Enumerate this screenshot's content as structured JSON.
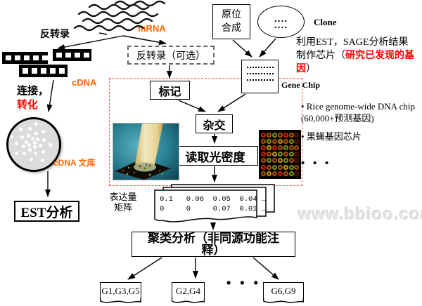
{
  "left_flow": {
    "reverse_transcription_label": "反转录",
    "mrna_label": "mRNA",
    "cdna_label": "cDNA",
    "ligation_label": "连接，",
    "transformation_label": "转化",
    "cdna_library_label": "cDNA 文库",
    "est_box_label": "EST分析"
  },
  "center_flow": {
    "optional_rt_box_label": "反转录（可选）",
    "label_box_label": "标记",
    "hybridization_box_label": "杂交",
    "read_density_box_label": "读取光密度"
  },
  "right_flow": {
    "in_situ_line1": "原位",
    "in_situ_line2": "合成",
    "clone_label": "Clone",
    "clone_dots_row": "....",
    "note_black_prefix": "利用EST，SAGE分析结果制作芯片（",
    "note_red": "研究已发现的基因",
    "note_black_suffix": "）",
    "gene_chip_label": "Gene Chip",
    "chip_examples": [
      "• Rice genome-wide DNA chip (60,000+预测基因)",
      "• 果蝇基因芯片"
    ],
    "chip_examples_ellipsis": "• • •"
  },
  "matrix": {
    "label_line1": "表达量",
    "label_line2": "矩阵",
    "row1": "0.1   0.06  0.05  0.04 …",
    "row2": "0     0     0.07  0.01 …"
  },
  "clustering": {
    "box_line1": "聚类分析（非同源功能注",
    "box_line2": "释）",
    "groups": [
      "G1,G3,G5",
      "G2,G4",
      "G6,G9"
    ],
    "groups_ellipsis": "• • •"
  },
  "watermark": "www.bbioo.com",
  "colors": {
    "accent_orange": "#ff6600",
    "accent_red": "#ff0000",
    "dashed_frame_red": "#ff4d4d"
  },
  "images": {
    "scanner_image_name": "microarray-scanner-image",
    "microarray_image_name": "microarray-scan-image",
    "microarray_pattern": [
      "ROGOROr",
      "OGOYOGr",
      "RYROGOO",
      "ROYGOGr",
      "OGOYGOr",
      "ROGOYGO",
      "OYOROGr"
    ],
    "microarray_palette": {
      "R": "#cc2200",
      "O": "#b05500",
      "G": "#7a9a1a",
      "Y": "#c8a000",
      "r": "#551100"
    }
  }
}
